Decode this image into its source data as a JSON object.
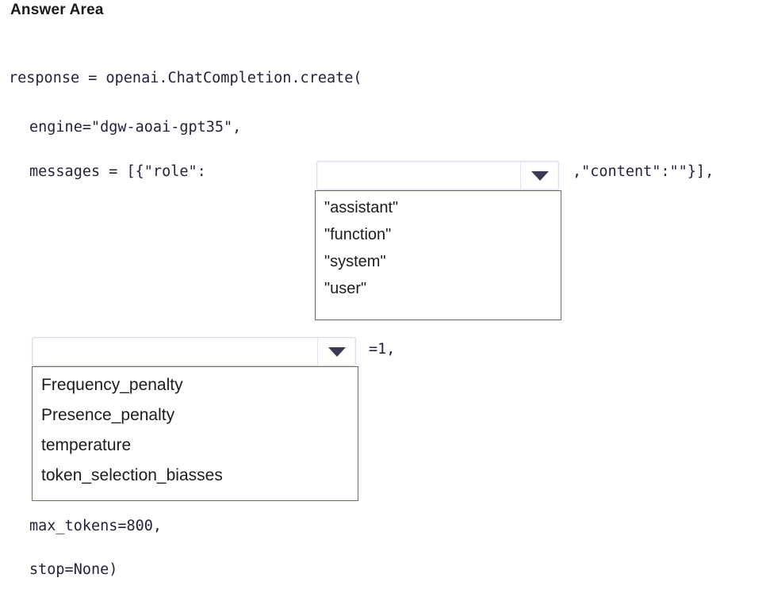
{
  "page": {
    "heading": "Answer Area",
    "background_color": "#ffffff",
    "text_color": "#23233a"
  },
  "code": {
    "line1": "response = openai.ChatCompletion.create(",
    "line2": "engine=\"dgw-aoai-gpt35\",",
    "line3": "messages = [{\"role\":",
    "line3_tail": ",\"content\":\"\"}],",
    "line4_tail": "=1,",
    "line5": "max_tokens=800,",
    "line6": "stop=None)"
  },
  "role_dropdown": {
    "name": "role-dropdown",
    "value": "",
    "expanded": true,
    "arrow_icon": "chevron-down-icon",
    "options": [
      "\"assistant\"",
      "\"function\"",
      "\"system\"",
      "\"user\""
    ]
  },
  "parameter_dropdown": {
    "name": "parameter-dropdown",
    "value": "",
    "expanded": true,
    "arrow_icon": "chevron-down-icon",
    "options": [
      "Frequency_penalty",
      "Presence_penalty",
      "temperature",
      "token_selection_biasses"
    ]
  },
  "colors": {
    "combo_border": "#dcdcee",
    "list_border": "#6e6e5e",
    "arrow_fill": "#3a3a52",
    "code_text": "#23233a"
  }
}
